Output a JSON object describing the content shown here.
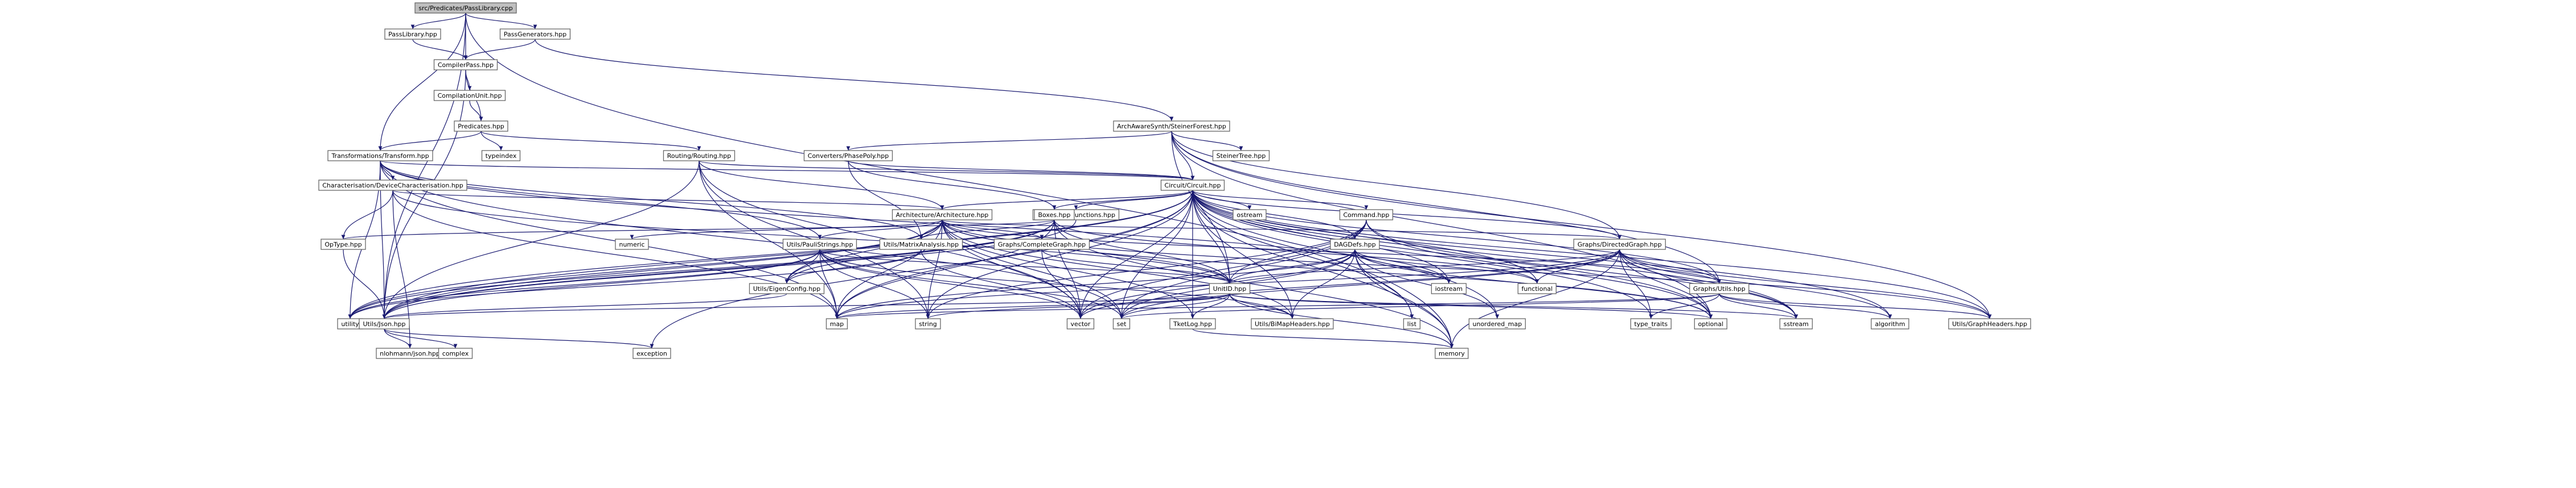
{
  "graph": {
    "title": "src/Predicates/PassLibrary.cpp",
    "colors": {
      "root_fill": "#bfbfbf",
      "node_fill": "#ffffff",
      "text_normal": "#000000",
      "text_red": "#cc0000",
      "edge_primary": "#191970"
    },
    "nodes": [
      {
        "id": "root",
        "label": "src/Predicates/PassLibrary.cpp",
        "style": "root"
      },
      {
        "id": "passlib",
        "label": "PassLibrary.hpp",
        "style": "normal"
      },
      {
        "id": "passgen",
        "label": "PassGenerators.hpp",
        "style": "normal"
      },
      {
        "id": "compilerpass",
        "label": "CompilerPass.hpp",
        "style": "normal"
      },
      {
        "id": "compinit",
        "label": "CompilationUnit.hpp",
        "style": "normal"
      },
      {
        "id": "predicates",
        "label": "Predicates.hpp",
        "style": "normal"
      },
      {
        "id": "typeindex",
        "label": "typeindex",
        "style": "gray"
      },
      {
        "id": "transform",
        "label": "Transformations/Transform.hpp",
        "style": "normal"
      },
      {
        "id": "routing",
        "label": "Routing/Routing.hpp",
        "style": "red"
      },
      {
        "id": "aas",
        "label": "ArchAwareSynth/SteinerForest.hpp",
        "style": "normal"
      },
      {
        "id": "steinertree",
        "label": "SteinerTree.hpp",
        "style": "red"
      },
      {
        "id": "phasepoly",
        "label": "Converters/PhasePoly.hpp",
        "style": "red"
      },
      {
        "id": "devchar",
        "label": "Characterisation/DeviceCharacterisation.hpp",
        "style": "normal"
      },
      {
        "id": "circuit",
        "label": "Circuit/Circuit.hpp",
        "style": "red"
      },
      {
        "id": "gateopfn",
        "label": "Gate/OpPtrFunctions.hpp",
        "style": "red"
      },
      {
        "id": "arch",
        "label": "Architecture/Architecture.hpp",
        "style": "normal"
      },
      {
        "id": "boxes",
        "label": "Boxes.hpp",
        "style": "red"
      },
      {
        "id": "ostream",
        "label": "ostream",
        "style": "gray"
      },
      {
        "id": "command",
        "label": "Command.hpp",
        "style": "red"
      },
      {
        "id": "optype",
        "label": "OpType.hpp",
        "style": "normal"
      },
      {
        "id": "utility",
        "label": "utility",
        "style": "gray"
      },
      {
        "id": "numeric",
        "label": "numeric",
        "style": "gray"
      },
      {
        "id": "paulistrings",
        "label": "Utils/PauliStrings.hpp",
        "style": "red"
      },
      {
        "id": "matrixanalysis",
        "label": "Utils/MatrixAnalysis.hpp",
        "style": "red"
      },
      {
        "id": "completegraph",
        "label": "Graphs/CompleteGraph.hpp",
        "style": "red"
      },
      {
        "id": "dagdefs",
        "label": "DAGDefs.hpp",
        "style": "red"
      },
      {
        "id": "directedgraph",
        "label": "Graphs/DirectedGraph.hpp",
        "style": "red"
      },
      {
        "id": "vector",
        "label": "vector",
        "style": "gray"
      },
      {
        "id": "eigenconfig",
        "label": "Utils/EigenConfig.hpp",
        "style": "red"
      },
      {
        "id": "unitid",
        "label": "UnitID.hpp",
        "style": "red"
      },
      {
        "id": "list",
        "label": "list",
        "style": "gray"
      },
      {
        "id": "unordered_map",
        "label": "unordered_map",
        "style": "gray"
      },
      {
        "id": "iostream",
        "label": "iostream",
        "style": "gray"
      },
      {
        "id": "functional",
        "label": "functional",
        "style": "gray"
      },
      {
        "id": "graphutils",
        "label": "Graphs/Utils.hpp",
        "style": "red"
      },
      {
        "id": "json",
        "label": "Utils/Json.hpp",
        "style": "normal"
      },
      {
        "id": "nlohmann",
        "label": "nlohmann/json.hpp",
        "style": "gray"
      },
      {
        "id": "complex",
        "label": "complex",
        "style": "gray"
      },
      {
        "id": "exception",
        "label": "exception",
        "style": "gray"
      },
      {
        "id": "map",
        "label": "map",
        "style": "gray"
      },
      {
        "id": "string",
        "label": "string",
        "style": "gray"
      },
      {
        "id": "set",
        "label": "set",
        "style": "gray"
      },
      {
        "id": "tketlog",
        "label": "TketLog.hpp",
        "style": "red"
      },
      {
        "id": "bimap",
        "label": "Utils/BiMapHeaders.hpp",
        "style": "red"
      },
      {
        "id": "optional",
        "label": "optional",
        "style": "gray"
      },
      {
        "id": "sstream",
        "label": "sstream",
        "style": "gray"
      },
      {
        "id": "type_traits",
        "label": "type_traits",
        "style": "gray"
      },
      {
        "id": "algorithm",
        "label": "algorithm",
        "style": "gray"
      },
      {
        "id": "graphheaders",
        "label": "Utils/GraphHeaders.hpp",
        "style": "red"
      },
      {
        "id": "memory",
        "label": "memory",
        "style": "gray"
      }
    ],
    "edges": [
      [
        "root",
        "passlib"
      ],
      [
        "root",
        "passgen"
      ],
      [
        "root",
        "compilerpass"
      ],
      [
        "root",
        "transform"
      ],
      [
        "root",
        "json"
      ],
      [
        "root",
        "memory"
      ],
      [
        "passlib",
        "compilerpass"
      ],
      [
        "passgen",
        "compilerpass"
      ],
      [
        "passgen",
        "aas"
      ],
      [
        "compilerpass",
        "compinit"
      ],
      [
        "compilerpass",
        "predicates"
      ],
      [
        "compilerpass",
        "json"
      ],
      [
        "compinit",
        "predicates"
      ],
      [
        "predicates",
        "transform"
      ],
      [
        "predicates",
        "routing"
      ],
      [
        "predicates",
        "typeindex"
      ],
      [
        "transform",
        "devchar"
      ],
      [
        "transform",
        "circuit"
      ],
      [
        "transform",
        "paulistrings"
      ],
      [
        "transform",
        "matrixanalysis"
      ],
      [
        "transform",
        "json"
      ],
      [
        "transform",
        "utility"
      ],
      [
        "transform",
        "map"
      ],
      [
        "transform",
        "set"
      ],
      [
        "transform",
        "iostream"
      ],
      [
        "routing",
        "arch"
      ],
      [
        "routing",
        "circuit"
      ],
      [
        "routing",
        "json"
      ],
      [
        "routing",
        "map"
      ],
      [
        "routing",
        "vector"
      ],
      [
        "routing",
        "string"
      ],
      [
        "aas",
        "steinertree"
      ],
      [
        "aas",
        "phasepoly"
      ],
      [
        "aas",
        "circuit"
      ],
      [
        "aas",
        "directedgraph"
      ],
      [
        "aas",
        "graphutils"
      ],
      [
        "aas",
        "unitid"
      ],
      [
        "aas",
        "graphheaders"
      ],
      [
        "aas",
        "optional"
      ],
      [
        "phasepoly",
        "boxes"
      ],
      [
        "phasepoly",
        "circuit"
      ],
      [
        "phasepoly",
        "matrixanalysis"
      ],
      [
        "devchar",
        "arch"
      ],
      [
        "devchar",
        "optype"
      ],
      [
        "devchar",
        "unitid"
      ],
      [
        "devchar",
        "nlohmann"
      ],
      [
        "devchar",
        "map"
      ],
      [
        "circuit",
        "gateopfn"
      ],
      [
        "circuit",
        "arch"
      ],
      [
        "circuit",
        "boxes"
      ],
      [
        "circuit",
        "ostream"
      ],
      [
        "circuit",
        "command"
      ],
      [
        "circuit",
        "dagdefs"
      ],
      [
        "circuit",
        "directedgraph"
      ],
      [
        "circuit",
        "unitid"
      ],
      [
        "circuit",
        "json"
      ],
      [
        "circuit",
        "vector"
      ],
      [
        "circuit",
        "map"
      ],
      [
        "circuit",
        "string"
      ],
      [
        "circuit",
        "set"
      ],
      [
        "circuit",
        "list"
      ],
      [
        "circuit",
        "unordered_map"
      ],
      [
        "circuit",
        "functional"
      ],
      [
        "circuit",
        "utility"
      ],
      [
        "circuit",
        "type_traits"
      ],
      [
        "circuit",
        "sstream"
      ],
      [
        "circuit",
        "algorithm"
      ],
      [
        "circuit",
        "tketlog"
      ],
      [
        "circuit",
        "bimap"
      ],
      [
        "circuit",
        "optional"
      ],
      [
        "circuit",
        "iostream"
      ],
      [
        "circuit",
        "memory"
      ],
      [
        "circuit",
        "graphheaders"
      ],
      [
        "circuit",
        "exception"
      ],
      [
        "circuit",
        "graphutils"
      ],
      [
        "gateopfn",
        "json"
      ],
      [
        "arch",
        "paulistrings"
      ],
      [
        "arch",
        "matrixanalysis"
      ],
      [
        "arch",
        "completegraph"
      ],
      [
        "arch",
        "directedgraph"
      ],
      [
        "arch",
        "unitid"
      ],
      [
        "arch",
        "eigenconfig"
      ],
      [
        "arch",
        "json"
      ],
      [
        "arch",
        "numeric"
      ],
      [
        "arch",
        "utility"
      ],
      [
        "arch",
        "vector"
      ],
      [
        "arch",
        "map"
      ],
      [
        "arch",
        "string"
      ],
      [
        "arch",
        "set"
      ],
      [
        "arch",
        "tketlog"
      ],
      [
        "arch",
        "bimap"
      ],
      [
        "arch",
        "optional"
      ],
      [
        "arch",
        "graphheaders"
      ],
      [
        "arch",
        "graphutils"
      ],
      [
        "boxes",
        "optype"
      ],
      [
        "boxes",
        "matrixanalysis"
      ],
      [
        "boxes",
        "unitid"
      ],
      [
        "boxes",
        "eigenconfig"
      ],
      [
        "boxes",
        "json"
      ],
      [
        "boxes",
        "vector"
      ],
      [
        "boxes",
        "map"
      ],
      [
        "boxes",
        "utility"
      ],
      [
        "boxes",
        "functional"
      ],
      [
        "boxes",
        "memory"
      ],
      [
        "command",
        "dagdefs"
      ],
      [
        "command",
        "unitid"
      ],
      [
        "command",
        "optional"
      ],
      [
        "command",
        "string"
      ],
      [
        "command",
        "vector"
      ],
      [
        "command",
        "set"
      ],
      [
        "command",
        "sstream"
      ],
      [
        "optype",
        "json"
      ],
      [
        "paulistrings",
        "eigenconfig"
      ],
      [
        "paulistrings",
        "unitid"
      ],
      [
        "paulistrings",
        "json"
      ],
      [
        "paulistrings",
        "utility"
      ],
      [
        "paulistrings",
        "map"
      ],
      [
        "paulistrings",
        "vector"
      ],
      [
        "paulistrings",
        "string"
      ],
      [
        "paulistrings",
        "set"
      ],
      [
        "paulistrings",
        "bimap"
      ],
      [
        "matrixanalysis",
        "eigenconfig"
      ],
      [
        "matrixanalysis",
        "vector"
      ],
      [
        "matrixanalysis",
        "utility"
      ],
      [
        "completegraph",
        "vector"
      ],
      [
        "completegraph",
        "unitid"
      ],
      [
        "dagdefs",
        "unitid"
      ],
      [
        "dagdefs",
        "list"
      ],
      [
        "dagdefs",
        "unordered_map"
      ],
      [
        "dagdefs",
        "iostream"
      ],
      [
        "dagdefs",
        "functional"
      ],
      [
        "dagdefs",
        "vector"
      ],
      [
        "dagdefs",
        "map"
      ],
      [
        "dagdefs",
        "set"
      ],
      [
        "dagdefs",
        "optional"
      ],
      [
        "dagdefs",
        "bimap"
      ],
      [
        "dagdefs",
        "memory"
      ],
      [
        "directedgraph",
        "graphutils"
      ],
      [
        "directedgraph",
        "graphheaders"
      ],
      [
        "directedgraph",
        "unitid"
      ],
      [
        "directedgraph",
        "optional"
      ],
      [
        "directedgraph",
        "type_traits"
      ],
      [
        "directedgraph",
        "vector"
      ],
      [
        "directedgraph",
        "set"
      ],
      [
        "directedgraph",
        "map"
      ],
      [
        "directedgraph",
        "functional"
      ],
      [
        "directedgraph",
        "memory"
      ],
      [
        "directedgraph",
        "algorithm"
      ],
      [
        "directedgraph",
        "sstream"
      ],
      [
        "eigenconfig",
        "json"
      ],
      [
        "unitid",
        "json"
      ],
      [
        "unitid",
        "tketlog"
      ],
      [
        "unitid",
        "bimap"
      ],
      [
        "unitid",
        "string"
      ],
      [
        "unitid",
        "set"
      ],
      [
        "unitid",
        "map"
      ],
      [
        "unitid",
        "optional"
      ],
      [
        "unitid",
        "sstream"
      ],
      [
        "unitid",
        "memory"
      ],
      [
        "graphutils",
        "graphheaders"
      ],
      [
        "graphutils",
        "type_traits"
      ],
      [
        "graphutils",
        "algorithm"
      ],
      [
        "graphutils",
        "map"
      ],
      [
        "graphutils",
        "set"
      ],
      [
        "graphutils",
        "sstream"
      ],
      [
        "json",
        "nlohmann"
      ],
      [
        "json",
        "complex"
      ],
      [
        "json",
        "exception"
      ],
      [
        "tketlog",
        "memory"
      ]
    ]
  }
}
